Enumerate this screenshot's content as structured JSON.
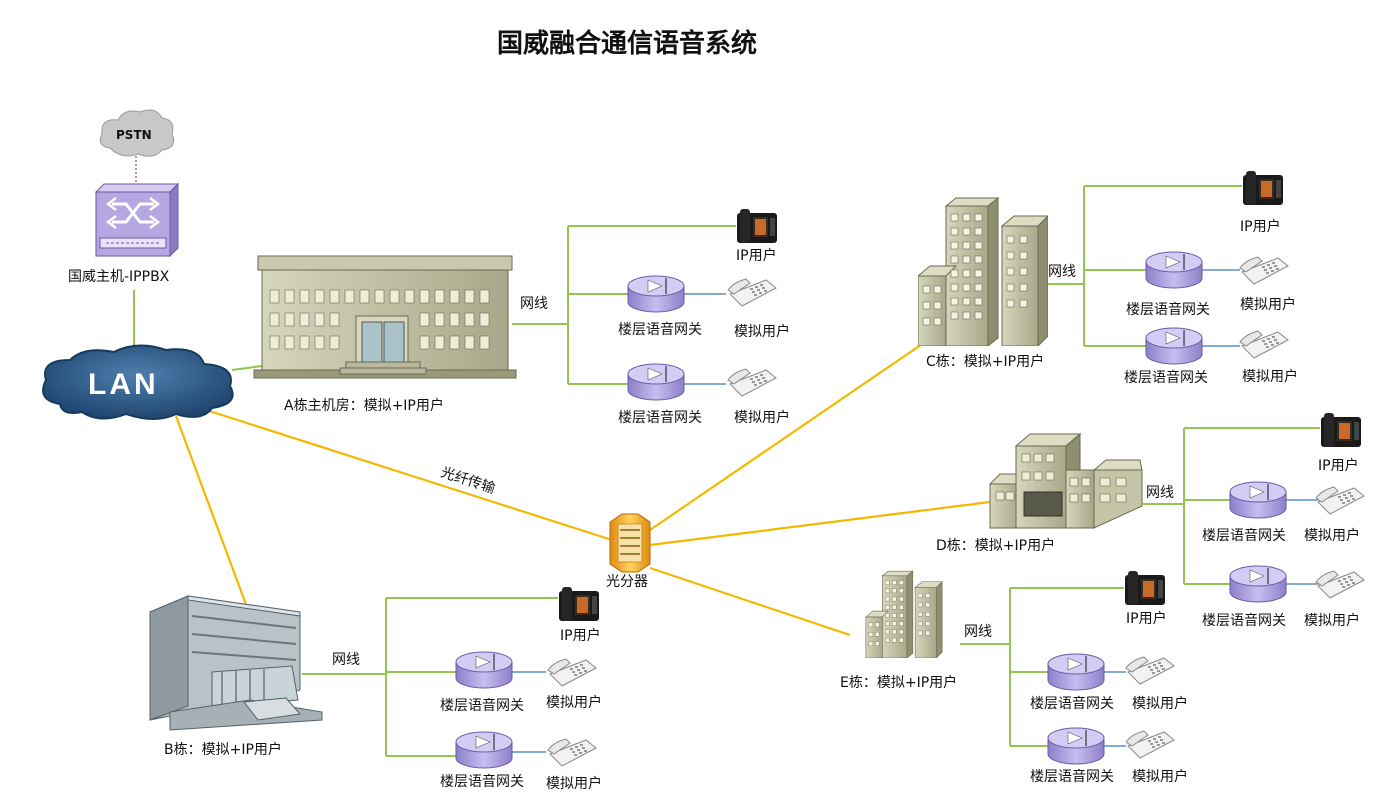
{
  "title": "国威融合通信语音系统",
  "pstn": "PSTN",
  "pbx": "国威主机-IPPBX",
  "lan": "LAN",
  "fiber_label": "光纤传输",
  "splitter": "光分器",
  "labels": {
    "cable": "网线",
    "ip_user": "IP用户",
    "gateway": "楼层语音网关",
    "analog_user": "模拟用户"
  },
  "buildings": {
    "a": "A栋主机房：模拟+IP用户",
    "b": "B栋：模拟+IP用户",
    "c": "C栋：模拟+IP用户",
    "d": "D栋：模拟+IP用户",
    "e": "E栋：模拟+IP用户"
  },
  "colors": {
    "green_line": "#92c551",
    "fiber": "#f5b800",
    "lan_blue": "#2a5a88",
    "gateway_purple": "#a89bd6",
    "building": "#c8c8a8"
  }
}
